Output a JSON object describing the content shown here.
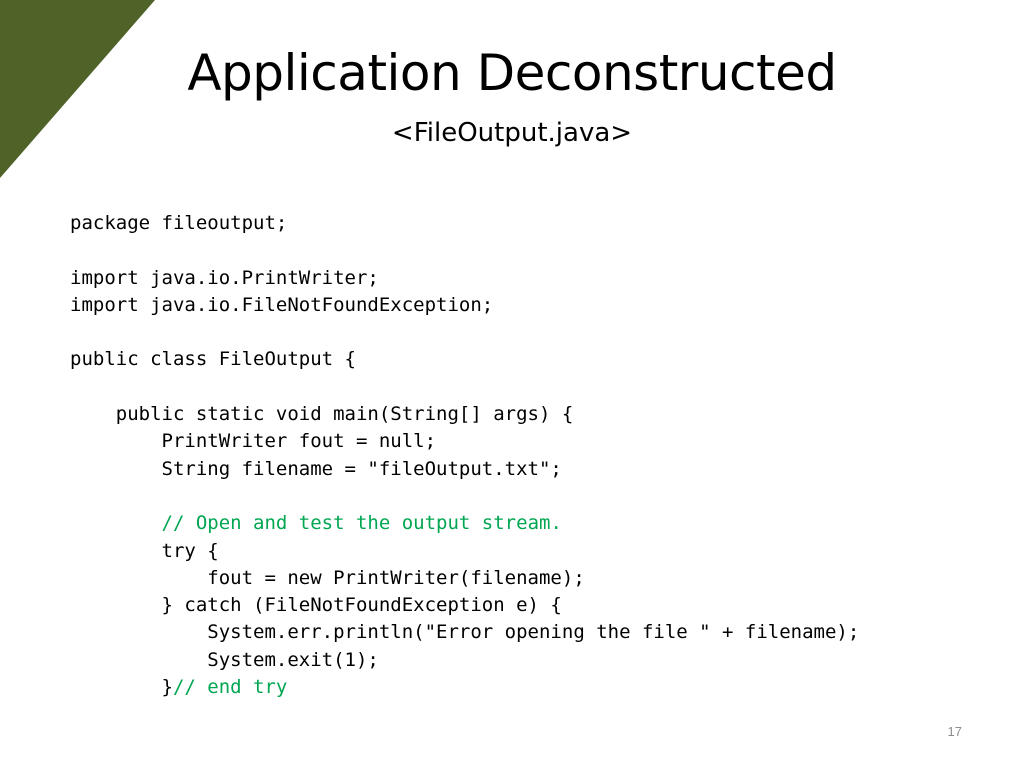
{
  "slide": {
    "title": "Application Deconstructed",
    "subtitle": "<FileOutput.java>",
    "page_number": "17",
    "accent_color": "#4f6228",
    "comment_color": "#00a651"
  },
  "code": {
    "lines": [
      {
        "text": "package fileoutput;",
        "comment": ""
      },
      {
        "text": "",
        "comment": ""
      },
      {
        "text": "import java.io.PrintWriter;",
        "comment": ""
      },
      {
        "text": "import java.io.FileNotFoundException;",
        "comment": ""
      },
      {
        "text": "",
        "comment": ""
      },
      {
        "text": "public class FileOutput {",
        "comment": ""
      },
      {
        "text": "",
        "comment": ""
      },
      {
        "text": "    public static void main(String[] args) {",
        "comment": ""
      },
      {
        "text": "        PrintWriter fout = null;",
        "comment": ""
      },
      {
        "text": "        String filename = \"fileOutput.txt\";",
        "comment": ""
      },
      {
        "text": "",
        "comment": ""
      },
      {
        "text": "        ",
        "comment": "// Open and test the output stream."
      },
      {
        "text": "        try {",
        "comment": ""
      },
      {
        "text": "            fout = new PrintWriter(filename);",
        "comment": ""
      },
      {
        "text": "        } catch (FileNotFoundException e) {",
        "comment": ""
      },
      {
        "text": "            System.err.println(\"Error opening the file \" + filename);",
        "comment": ""
      },
      {
        "text": "            System.exit(1);",
        "comment": ""
      },
      {
        "text": "        }",
        "comment": "// end try"
      }
    ]
  }
}
